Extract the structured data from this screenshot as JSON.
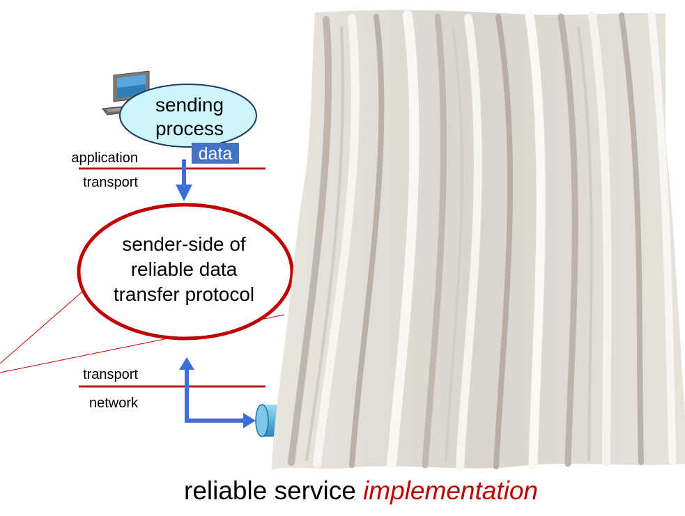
{
  "process": {
    "line1": "sending",
    "line2": "process"
  },
  "data_tag": "data",
  "layers_top": {
    "upper": "application",
    "lower": "transport"
  },
  "protocol": {
    "line1": "sender-side of",
    "line2": "reliable data",
    "line3": "transfer protocol"
  },
  "layers_bottom": {
    "upper": "transport",
    "lower": "network"
  },
  "caption": {
    "plain": "reliable service ",
    "emphasis": "implementation"
  },
  "colors": {
    "layer_line": "#b71c1c",
    "protocol_ellipse": "#c00000",
    "arrow": "#3a6fd8",
    "process_fill": "#cdf6fb",
    "data_tag_fill": "#4472c4",
    "emphasis": "#c00000"
  },
  "icons": [
    "computer-icon",
    "curtain-image",
    "channel-pipe-icon"
  ]
}
